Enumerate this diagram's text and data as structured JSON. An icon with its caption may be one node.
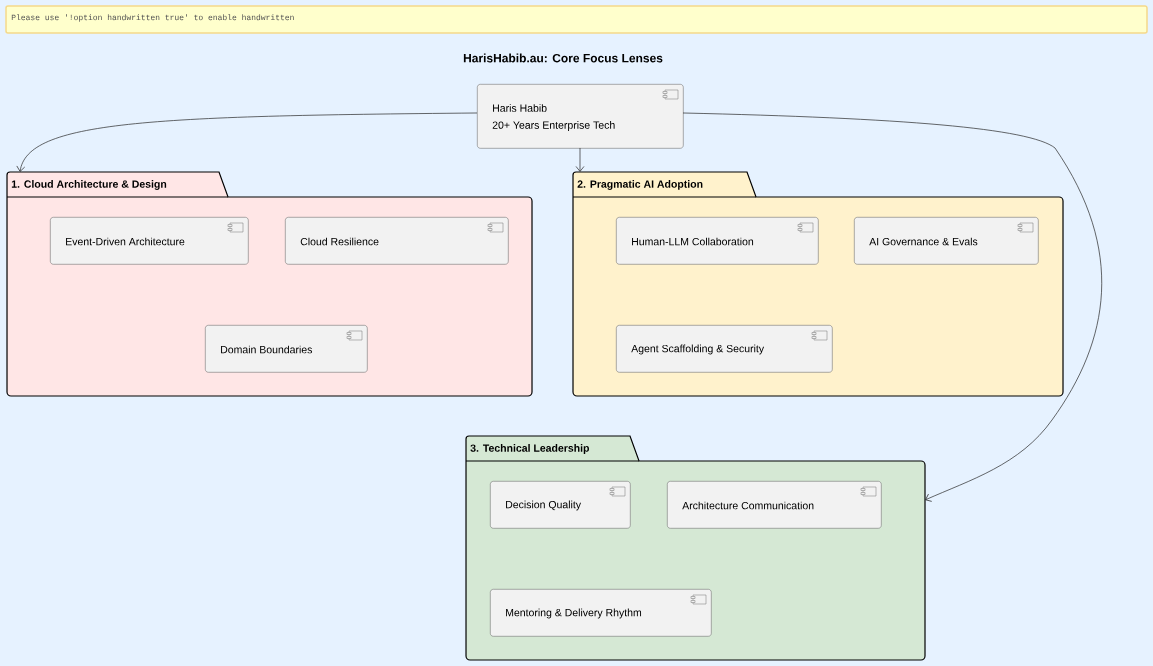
{
  "diagram": {
    "title": "HarisHabib.au: Core Focus Lenses",
    "nodes": [
      {
        "text": [
          "Haris Habib",
          "20+ Years Enterprise Tech"
        ]
      },
      {
        "text": [
          "1. Cloud Architecture & Design"
        ]
      },
      {
        "text": [
          "Event-Driven Architecture"
        ],
        "in": 1
      },
      {
        "text": [
          "Cloud Resilience"
        ],
        "in": 1
      },
      {
        "text": [
          "Domain Boundaries"
        ],
        "in": 1
      },
      {
        "text": [
          "2. Pragmatic AI Adoption"
        ]
      },
      {
        "text": [
          "Human-LLM Collaboration"
        ],
        "in": 5
      },
      {
        "text": [
          "AI Governance & Evals"
        ],
        "in": 5
      },
      {
        "text": [
          "Agent Scaffolding & Security"
        ],
        "in": 5
      },
      {
        "text": [
          "3. Technical Leadership"
        ]
      },
      {
        "text": [
          "Decision Quality"
        ],
        "in": 9
      },
      {
        "text": [
          "Architecture Communication"
        ],
        "in": 9
      },
      {
        "text": [
          "Mentoring & Delivery Rhythm"
        ],
        "in": 9
      }
    ],
    "edges": [
      {
        "from": 0,
        "to": 1,
        "arrow": "to"
      },
      {
        "from": 0,
        "to": 5,
        "arrow": "to"
      },
      {
        "from": 0,
        "to": 9,
        "arrow": "to"
      }
    ],
    "labels": [
      "Please use '!option handwritten true' to enable handwritten"
    ]
  }
}
